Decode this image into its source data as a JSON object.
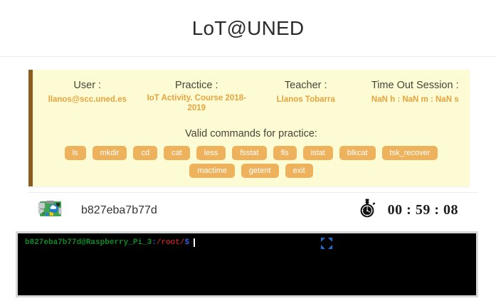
{
  "header": {
    "title": "LoT@UNED"
  },
  "panel": {
    "info": [
      {
        "label": "User :",
        "value": "llanos@scc.uned.es",
        "name": "user"
      },
      {
        "label": "Practice :",
        "value": "IoT Activity. Course 2018-2019",
        "name": "practice"
      },
      {
        "label": "Teacher :",
        "value": "Llanos Tobarra",
        "name": "teacher"
      },
      {
        "label": "Time Out Session :",
        "value": "NaN h : NaN m : NaN s",
        "name": "timeout"
      }
    ],
    "commands_title": "Valid commands for practice:",
    "commands_row1": [
      "ls",
      "mkdir",
      "cd",
      "cat",
      "less",
      "fsstat",
      "fls",
      "istat",
      "blkcat",
      "tsk_recover"
    ],
    "commands_row2": [
      "mactime",
      "getent",
      "exit"
    ]
  },
  "device": {
    "icon": "raspberry-pi-board-icon",
    "id": "b827eba7b77d",
    "timer_icon": "stopwatch-icon",
    "timer": "00 : 59 : 08"
  },
  "terminal": {
    "host": "b827eba7b77d@Raspberry_Pi_3",
    "colon": ":",
    "path": "/root/",
    "dollar": "$",
    "expand_icon": "expand-fullscreen-icon"
  },
  "colors": {
    "panel_bg": "#fcfbd4",
    "panel_accent": "#8a5d22",
    "value_orange": "#e8a33d",
    "pill_bg": "#efb25c",
    "terminal_bg": "#000000",
    "prompt_green": "#0f8a26",
    "prompt_blue": "#3b5bd6",
    "prompt_red": "#b32020"
  }
}
